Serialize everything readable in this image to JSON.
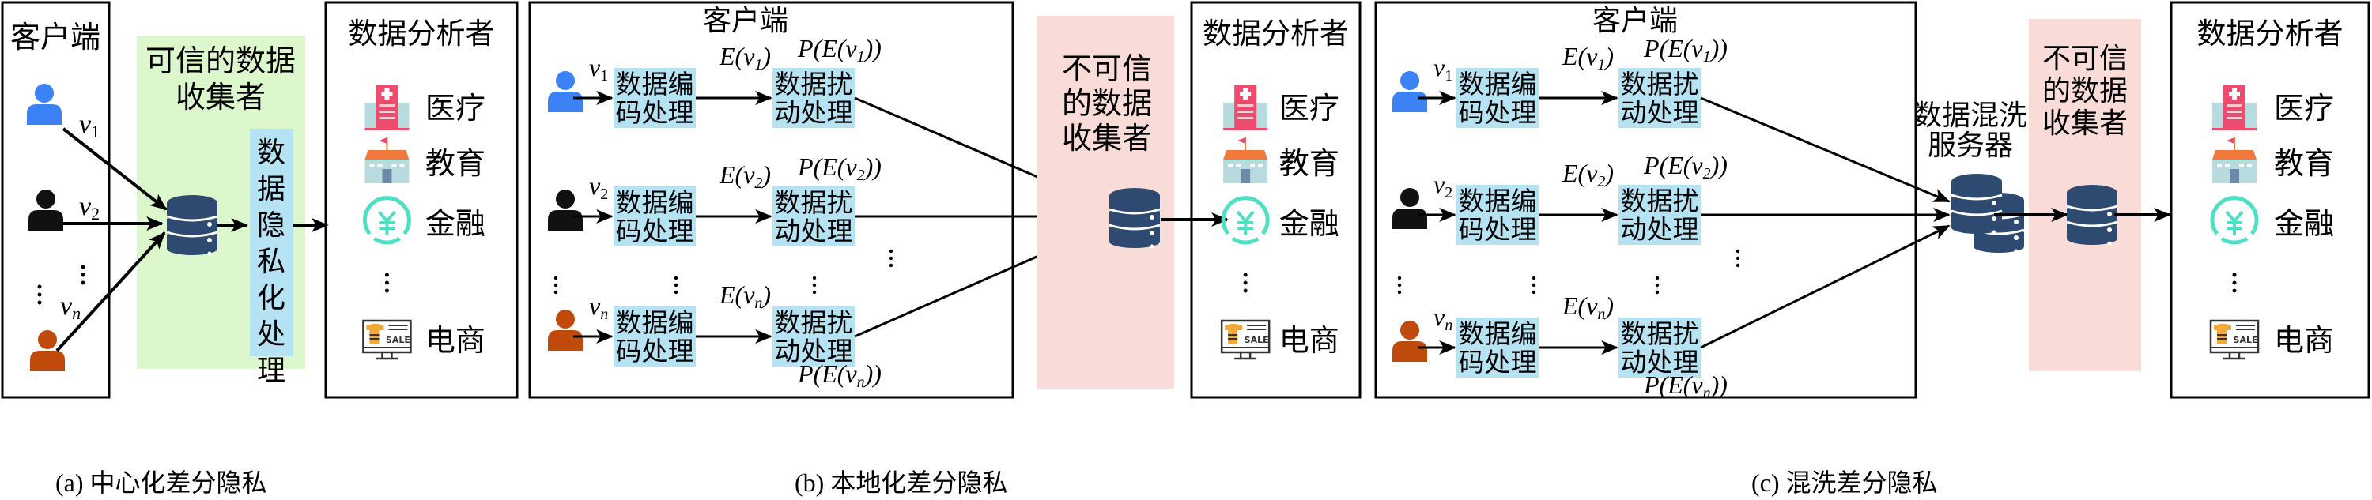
{
  "colors": {
    "trusted_bg": "#dcf7cc",
    "untrusted_bg": "#f9dcd8",
    "process_bg": "#b5e3f3",
    "database": "#2e4a70",
    "user_blue": "#3b82f6",
    "user_black": "#111111",
    "user_orange": "#c04a0c"
  },
  "panel_a": {
    "client_title": "客户端",
    "collector_label_line1": "可信的数据",
    "collector_label_line2": "收集者",
    "privacy_process_label": "数据隐私化处理",
    "users": [
      {
        "icon": "user-blue-icon",
        "label_base": "v",
        "label_sub": "1"
      },
      {
        "icon": "user-black-icon",
        "label_base": "v",
        "label_sub": "2"
      },
      {
        "icon": "user-orange-icon",
        "label_base": "v",
        "label_sub": "n"
      }
    ],
    "analyst": {
      "title": "数据分析者",
      "items": [
        {
          "icon": "hospital-icon",
          "label": "医疗"
        },
        {
          "icon": "school-icon",
          "label": "教育"
        },
        {
          "icon": "finance-yen-icon",
          "label": "金融"
        },
        {
          "icon": "ecommerce-icon",
          "label": "电商"
        }
      ]
    },
    "caption": "(a) 中心化差分隐私"
  },
  "panel_b": {
    "client_title": "客户端",
    "rows": [
      {
        "user": "v",
        "sub": "1",
        "encode_l1": "数据编",
        "encode_l2": "码处理",
        "e_label": "E(v",
        "e_sub": "1",
        "perturb_l1": "数据扰",
        "perturb_l2": "动处理",
        "p_label": "P(E(v",
        "p_sub": "1"
      },
      {
        "user": "v",
        "sub": "2",
        "encode_l1": "数据编",
        "encode_l2": "码处理",
        "e_label": "E(v",
        "e_sub": "2",
        "perturb_l1": "数据扰",
        "perturb_l2": "动处理",
        "p_label": "P(E(v",
        "p_sub": "2"
      },
      {
        "user": "v",
        "sub": "n",
        "encode_l1": "数据编",
        "encode_l2": "码处理",
        "e_label": "E(v",
        "e_sub": "n",
        "perturb_l1": "数据扰",
        "perturb_l2": "动处理",
        "p_label": "P(E(v",
        "p_sub": "n"
      }
    ],
    "collector_lines": [
      "不可信",
      "的数据",
      "收集者"
    ],
    "analyst": {
      "title": "数据分析者",
      "items": [
        {
          "icon": "hospital-icon",
          "label": "医疗"
        },
        {
          "icon": "school-icon",
          "label": "教育"
        },
        {
          "icon": "finance-yen-icon",
          "label": "金融"
        },
        {
          "icon": "ecommerce-icon",
          "label": "电商"
        }
      ]
    },
    "caption": "(b) 本地化差分隐私"
  },
  "panel_c": {
    "client_title": "客户端",
    "rows": [
      {
        "user": "v",
        "sub": "1",
        "encode_l1": "数据编",
        "encode_l2": "码处理",
        "e_label": "E(v",
        "e_sub": "1",
        "perturb_l1": "数据扰",
        "perturb_l2": "动处理",
        "p_label": "P(E(v",
        "p_sub": "1"
      },
      {
        "user": "v",
        "sub": "2",
        "encode_l1": "数据编",
        "encode_l2": "码处理",
        "e_label": "E(v",
        "e_sub": "2",
        "perturb_l1": "数据扰",
        "perturb_l2": "动处理",
        "p_label": "P(E(v",
        "p_sub": "2"
      },
      {
        "user": "v",
        "sub": "n",
        "encode_l1": "数据编",
        "encode_l2": "码处理",
        "e_label": "E(v",
        "e_sub": "n",
        "perturb_l1": "数据扰",
        "perturb_l2": "动处理",
        "p_label": "P(E(v",
        "p_sub": "n"
      }
    ],
    "shuffler_lines": [
      "数据混洗",
      "服务器"
    ],
    "collector_lines": [
      "不可信",
      "的数据",
      "收集者"
    ],
    "analyst": {
      "title": "数据分析者",
      "items": [
        {
          "icon": "hospital-icon",
          "label": "医疗"
        },
        {
          "icon": "school-icon",
          "label": "教育"
        },
        {
          "icon": "finance-yen-icon",
          "label": "金融"
        },
        {
          "icon": "ecommerce-icon",
          "label": "电商"
        }
      ]
    },
    "caption": "(c) 混洗差分隐私"
  }
}
